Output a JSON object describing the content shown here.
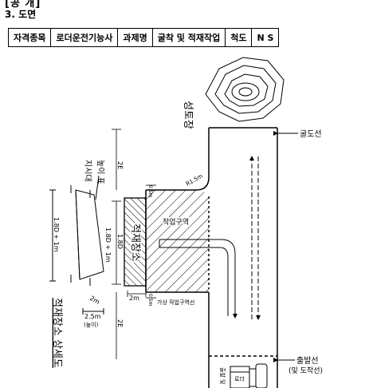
{
  "page": {
    "section_header": "[공 개]",
    "title": "3. 도면"
  },
  "info_table": {
    "field1_label": "자격종목",
    "field1_value": "로더운전기능사",
    "field2_label": "과제명",
    "field2_value": "굴착 및 적재작업",
    "field3_label": "척도",
    "field3_value": "N S"
  },
  "drawing": {
    "mound_label": "성토장",
    "boundary_line": "굴도선",
    "dim_2e_top": "2E",
    "dim_2e_bottom": "2E",
    "dim_05_top": "0.5m",
    "dim_05_bottom": "0.5m",
    "radius": "R1.5m",
    "work_zone": "작업구역",
    "virtual_zone": "가상 작업구역선",
    "load_area": "적재장소",
    "dim_18d": "1.8D",
    "dim_18d_1m": "1.8D + 1m",
    "dim_2m": "2m",
    "detail_2m": "2m",
    "detail_25m": "2.5m",
    "detail_height": "(높이)",
    "detail_18d_1m": "1.8D + 1m",
    "pole_label_1": "높이 표",
    "pole_label_2": "지시대",
    "detail_title": "적재장소 상세도",
    "start_line": "출발선",
    "start_line_sub": "(및 도착선)",
    "start_vertical": "출발 및",
    "machine_label": "로더"
  }
}
